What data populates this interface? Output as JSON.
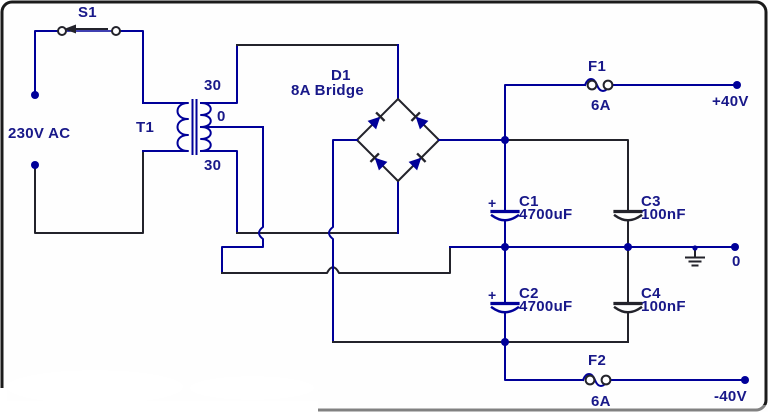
{
  "colors": {
    "wire_blue": "#000099",
    "wire_dark": "#23232b",
    "label_text": "#181889",
    "frame": "#1b1b1b",
    "background": "#fefefe"
  },
  "power_source": {
    "switch": "S1",
    "voltage": "230V AC"
  },
  "transformer": {
    "name": "T1",
    "winding_top": "30",
    "winding_center": "0",
    "winding_bottom": "30"
  },
  "bridge": {
    "name": "D1",
    "rating": "8A Bridge"
  },
  "capacitors": {
    "c1": {
      "name": "C1",
      "value": "4700uF",
      "polarity": "+"
    },
    "c2": {
      "name": "C2",
      "value": "4700uF",
      "polarity": "+"
    },
    "c3": {
      "name": "C3",
      "value": "100nF"
    },
    "c4": {
      "name": "C4",
      "value": "100nF"
    }
  },
  "fuses": {
    "f1": {
      "name": "F1",
      "rating": "6A"
    },
    "f2": {
      "name": "F2",
      "rating": "6A"
    }
  },
  "rails": {
    "positive": "+40V",
    "common": "0",
    "negative": "-40V"
  }
}
